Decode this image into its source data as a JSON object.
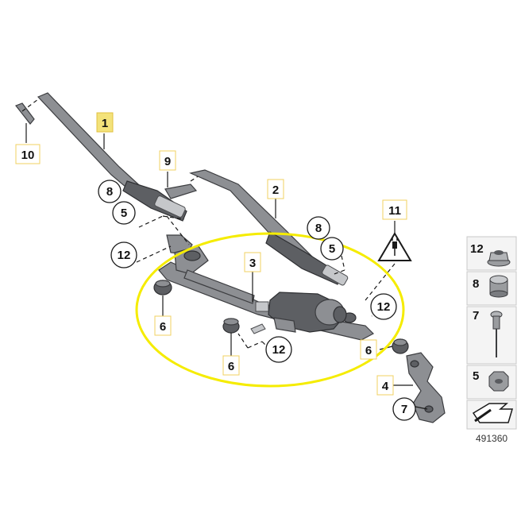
{
  "callouts": {
    "p1": "1",
    "p2": "2",
    "p3": "3",
    "p4": "4",
    "p5a": "5",
    "p5b": "5",
    "p6a": "6",
    "p6b": "6",
    "p6c": "6",
    "p7": "7",
    "p8a": "8",
    "p8b": "8",
    "p9": "9",
    "p10": "10",
    "p11": "11",
    "p12a": "12",
    "p12b": "12",
    "p12c": "12"
  },
  "legend": {
    "items": [
      "12",
      "8",
      "7",
      "5"
    ]
  },
  "reference_number": "491360",
  "colors": {
    "highlight_ellipse": "#f5ec00",
    "label_box_border": "#f0d060",
    "highlighted_label_fill": "#f3e27a"
  }
}
